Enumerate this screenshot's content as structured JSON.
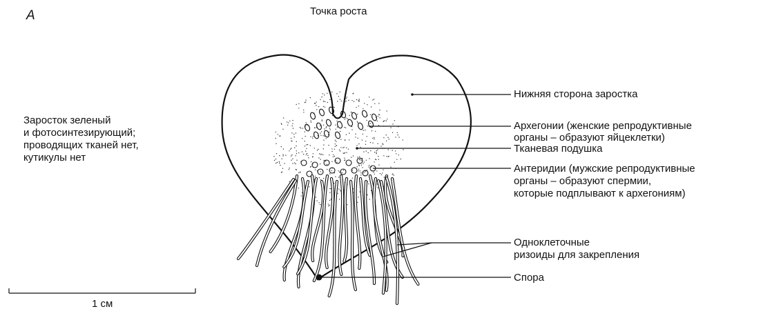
{
  "panel_letter": "А",
  "labels": {
    "growth_point": "Точка роста",
    "underside": "Нижняя сторона заростка",
    "archegonia_1": "Архегонии (женские репродуктивные",
    "archegonia_2": "органы – образуют яйцеклетки)",
    "tissue_cushion": "Тканевая подушка",
    "antheridia_1": "Антеридии (мужские репродуктивные",
    "antheridia_2": "органы – образуют спермии,",
    "antheridia_3": "которые подплывают к архегониям)",
    "rhizoids_1": "Одноклеточные",
    "rhizoids_2": "ризоиды для закрепления",
    "spore": "Спора"
  },
  "description": {
    "line1": "Заросток зеленый",
    "line2": "и фотосинтезирующий;",
    "line3": "проводящих тканей нет,",
    "line4": "кутикулы нет"
  },
  "scale_bar": {
    "label": "1 см"
  },
  "colors": {
    "ink": "#111111",
    "background": "#ffffff"
  }
}
